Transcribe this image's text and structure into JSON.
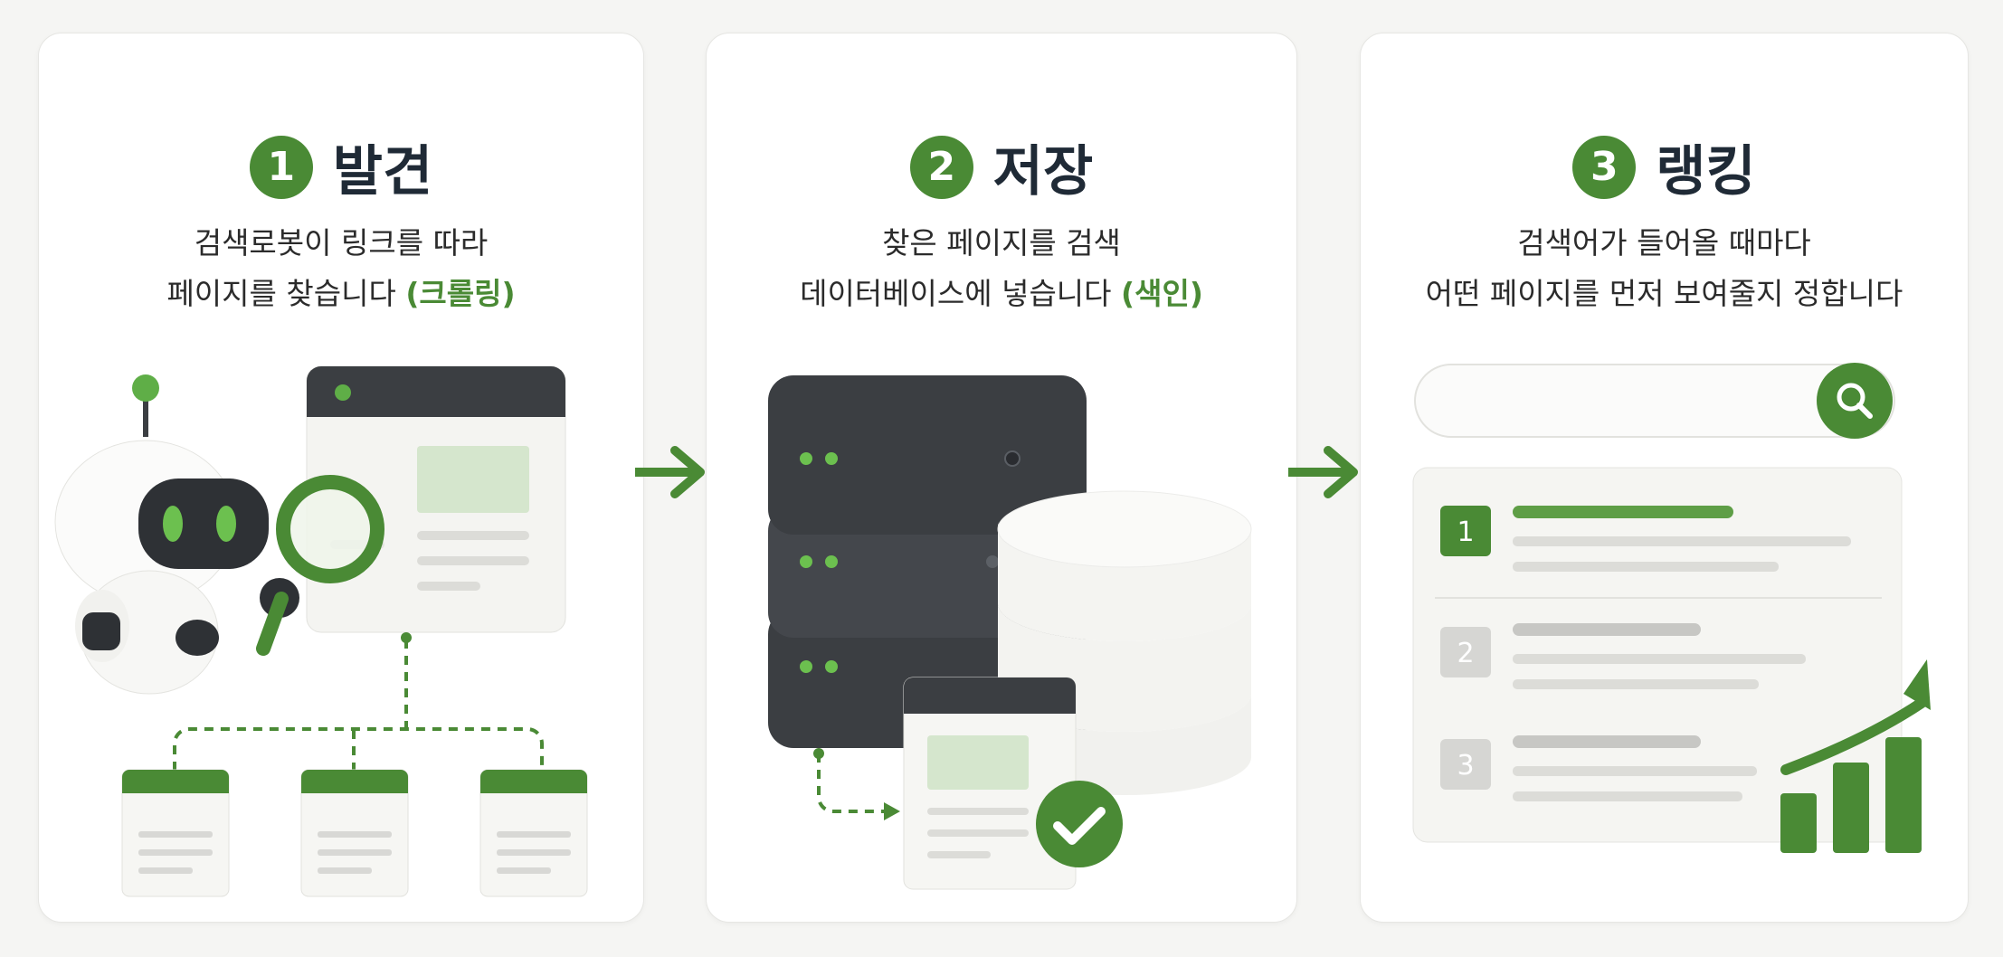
{
  "steps": [
    {
      "number": "1",
      "title": "발견",
      "line1": "검색로봇이 링크를 따라",
      "line2": "페이지를 찾습니다 ",
      "highlight": "(크롤링)"
    },
    {
      "number": "2",
      "title": "저장",
      "line1": "찾은 페이지를 검색",
      "line2": "데이터베이스에 넣습니다 ",
      "highlight": "(색인)"
    },
    {
      "number": "3",
      "title": "랭킹",
      "line1": "검색어가 들어올 때마다",
      "line2": "어떤 페이지를 먼저 보여줄지 정합니다",
      "highlight": ""
    }
  ],
  "ranking_list": [
    "1",
    "2",
    "3"
  ],
  "colors": {
    "accent": "#4a8a35",
    "dark": "#3b3e42",
    "card_bg": "#ffffff",
    "muted": "#d8d8d5"
  },
  "icons": [
    "robot-icon",
    "magnifier-icon",
    "webpage-icon",
    "server-icon",
    "database-icon",
    "check-icon",
    "search-icon",
    "growth-chart-icon",
    "arrow-right-icon"
  ]
}
